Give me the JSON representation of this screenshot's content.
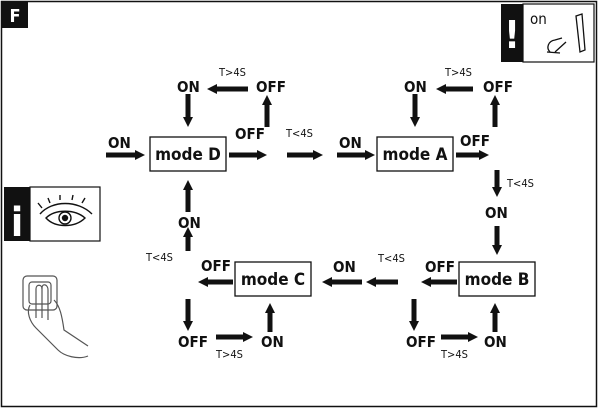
{
  "section_letter": "F",
  "warning": {
    "mark": "!",
    "text": "on"
  },
  "info_mark": "i",
  "modes": {
    "a": "mode A",
    "b": "mode B",
    "c": "mode C",
    "d": "mode D"
  },
  "labels": {
    "on": "ON",
    "off": "OFF",
    "short": "T<4S",
    "long": "T>4S"
  },
  "icons": [
    "warning-icon",
    "switch-on-icon",
    "eye-icon",
    "hand-press-icon"
  ]
}
